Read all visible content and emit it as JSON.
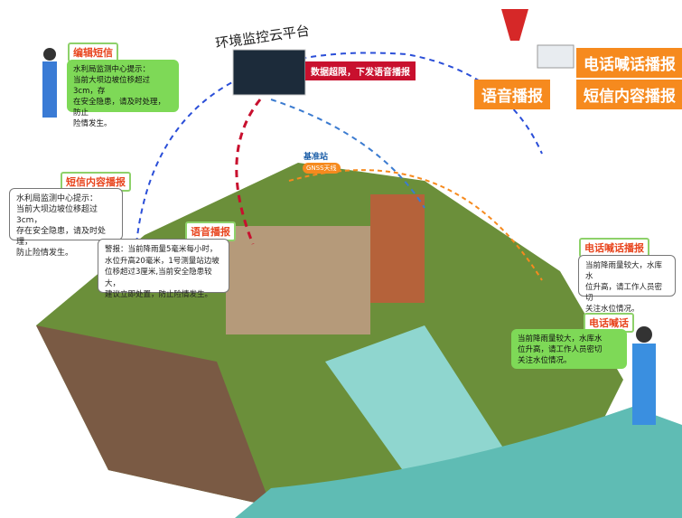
{
  "platform": {
    "title": "环境监控云平台",
    "alert": "数据超限，下发语音播报"
  },
  "top_right": {
    "phone_call_broadcast": "电话喊话播报",
    "voice_broadcast": "语音播报",
    "sms_broadcast": "短信内容播报"
  },
  "edit_sms": {
    "tag": "编辑短信",
    "lines": [
      "水利局监测中心提示：",
      "当前大坝边坡位移超过3cm，存",
      "在安全隐患，请及时处理，防止",
      "险情发生。"
    ]
  },
  "sms_content": {
    "tag": "短信内容播报",
    "lines": [
      "水利局监测中心提示：",
      "当前大坝边坡位移超过3cm，",
      "存在安全隐患，请及时处理，",
      "防止险情发生。"
    ]
  },
  "voice": {
    "tag": "语音播报",
    "lines": [
      "警报：当前降雨量5毫米每小时，",
      "水位升高20毫米，1号测量站边坡",
      "位移超过3厘米,当前安全隐患较大，",
      "建议立即处置，防止险情发生。"
    ]
  },
  "phone_broadcast": {
    "tag": "电话喊话播报",
    "lines": [
      "当前降雨量较大，水库水",
      "位升高，请工作人员密切",
      "关注水位情况。"
    ]
  },
  "phone_call": {
    "tag": "电话喊话",
    "lines": [
      "当前降雨量较大，水库水",
      "位升高，请工作人员密切",
      "关注水位情况。"
    ]
  },
  "base_station": {
    "label": "基准站",
    "antenna": "GNSS天线"
  },
  "colors": {
    "orange": "#f68a1e",
    "green": "#7ed957",
    "red": "#c8102e",
    "blue": "#2b4fd8"
  }
}
